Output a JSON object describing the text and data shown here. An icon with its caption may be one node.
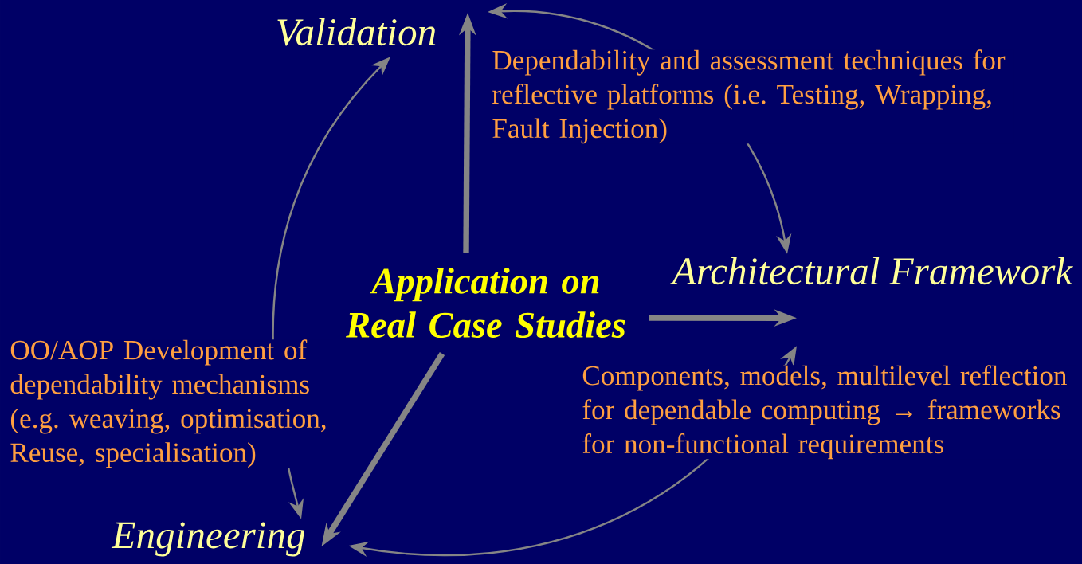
{
  "diagram": {
    "nodes": [
      {
        "text": [
          "Validation"
        ]
      },
      {
        "text": [
          "Architectural Framework"
        ]
      },
      {
        "text": [
          "Application on Real Case Studies"
        ]
      },
      {
        "text": [
          "Engineering"
        ]
      }
    ],
    "edges": [
      {
        "from": 2,
        "to": 0,
        "arrow": "to",
        "style": "thick"
      },
      {
        "from": 2,
        "to": 1,
        "arrow": "to",
        "style": "thick"
      },
      {
        "from": 2,
        "to": 3,
        "arrow": "to",
        "style": "thick"
      },
      {
        "from": 0,
        "to": 1,
        "arrow": "both"
      },
      {
        "from": 3,
        "to": 0,
        "arrow": "both"
      },
      {
        "from": 3,
        "to": 1,
        "arrow": "both"
      }
    ],
    "labels": [
      "Dependability and assessment techniques for reflective platforms (i.e. Testing, Wrapping, Fault Injection)",
      "OO/AOP Development of dependability mechanisms (e.g. weaving, optimisation, Reuse, specialisation)",
      "Components, models, multilevel reflection for dependable computing → frameworks for non-functional requirements"
    ]
  }
}
